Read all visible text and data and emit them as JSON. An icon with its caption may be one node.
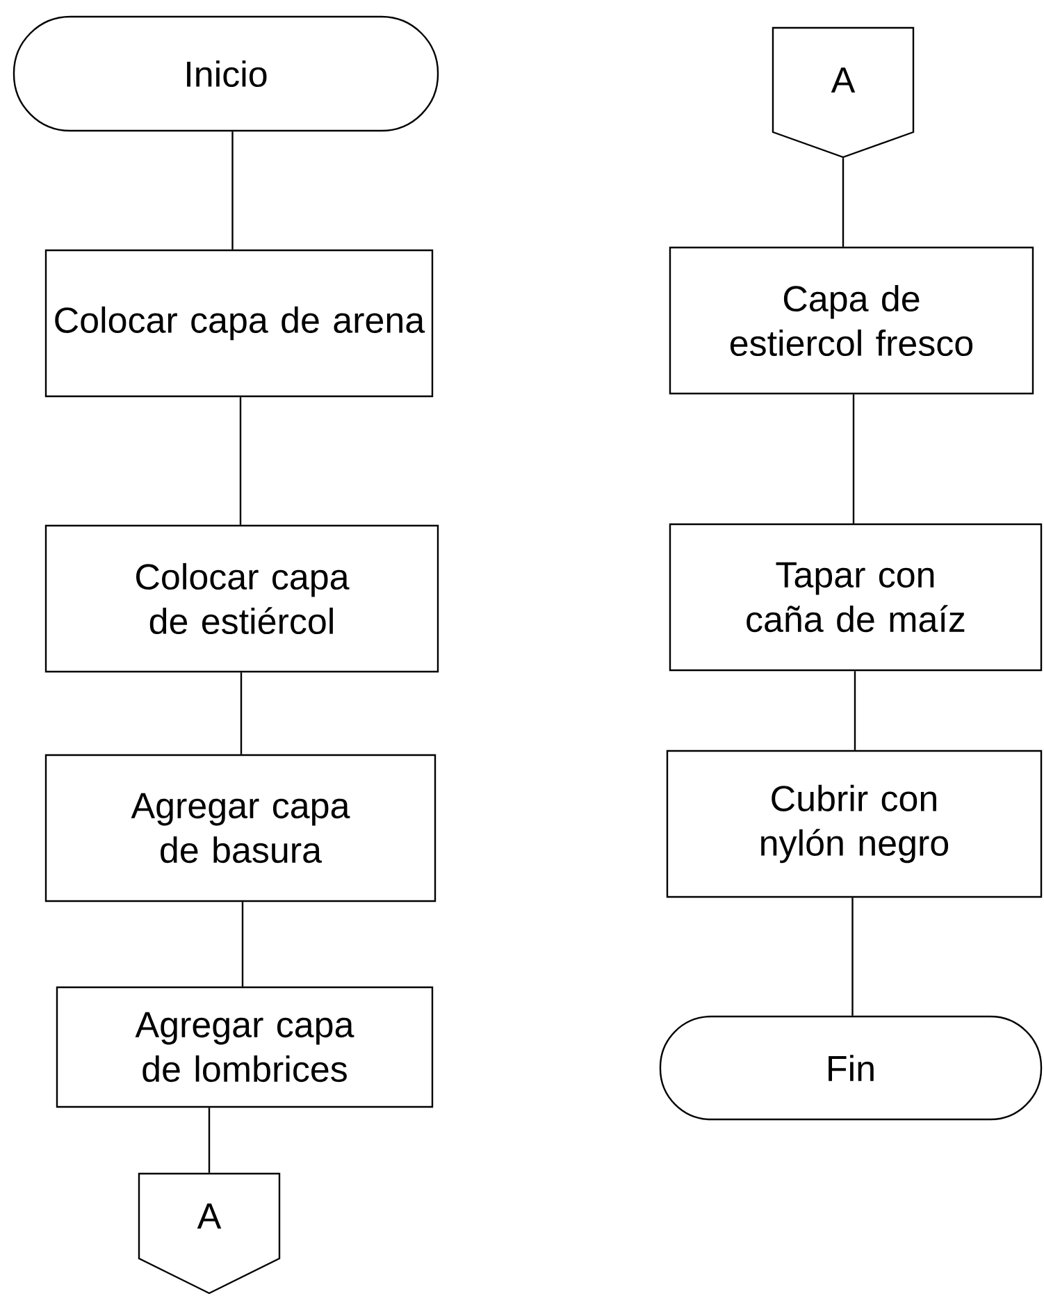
{
  "diagram": {
    "nodes": [
      {
        "text": [
          "Inicio"
        ]
      },
      {
        "text": [
          "Colocar capa de arena"
        ]
      },
      {
        "text": [
          "Colocar capa de estiércol"
        ]
      },
      {
        "text": [
          "Agregar capa de basura"
        ]
      },
      {
        "text": [
          "Agregar capa de lombrices"
        ]
      },
      {
        "text": [
          "A"
        ]
      },
      {
        "text": [
          "A"
        ]
      },
      {
        "text": [
          "Capa de estiercol fresco"
        ]
      },
      {
        "text": [
          "Tapar con caña de maíz"
        ]
      },
      {
        "text": [
          "Cubrir con nylón negro"
        ]
      },
      {
        "text": [
          "Fin"
        ]
      }
    ],
    "edges": [
      {
        "from": 0,
        "to": 1,
        "arrow": "none"
      },
      {
        "from": 1,
        "to": 2,
        "arrow": "none"
      },
      {
        "from": 2,
        "to": 3,
        "arrow": "none"
      },
      {
        "from": 3,
        "to": 4,
        "arrow": "none"
      },
      {
        "from": 4,
        "to": 5,
        "arrow": "none"
      },
      {
        "from": 6,
        "to": 7,
        "arrow": "none"
      },
      {
        "from": 7,
        "to": 8,
        "arrow": "none"
      },
      {
        "from": 8,
        "to": 9,
        "arrow": "none"
      },
      {
        "from": 9,
        "to": 10,
        "arrow": "none"
      }
    ]
  }
}
